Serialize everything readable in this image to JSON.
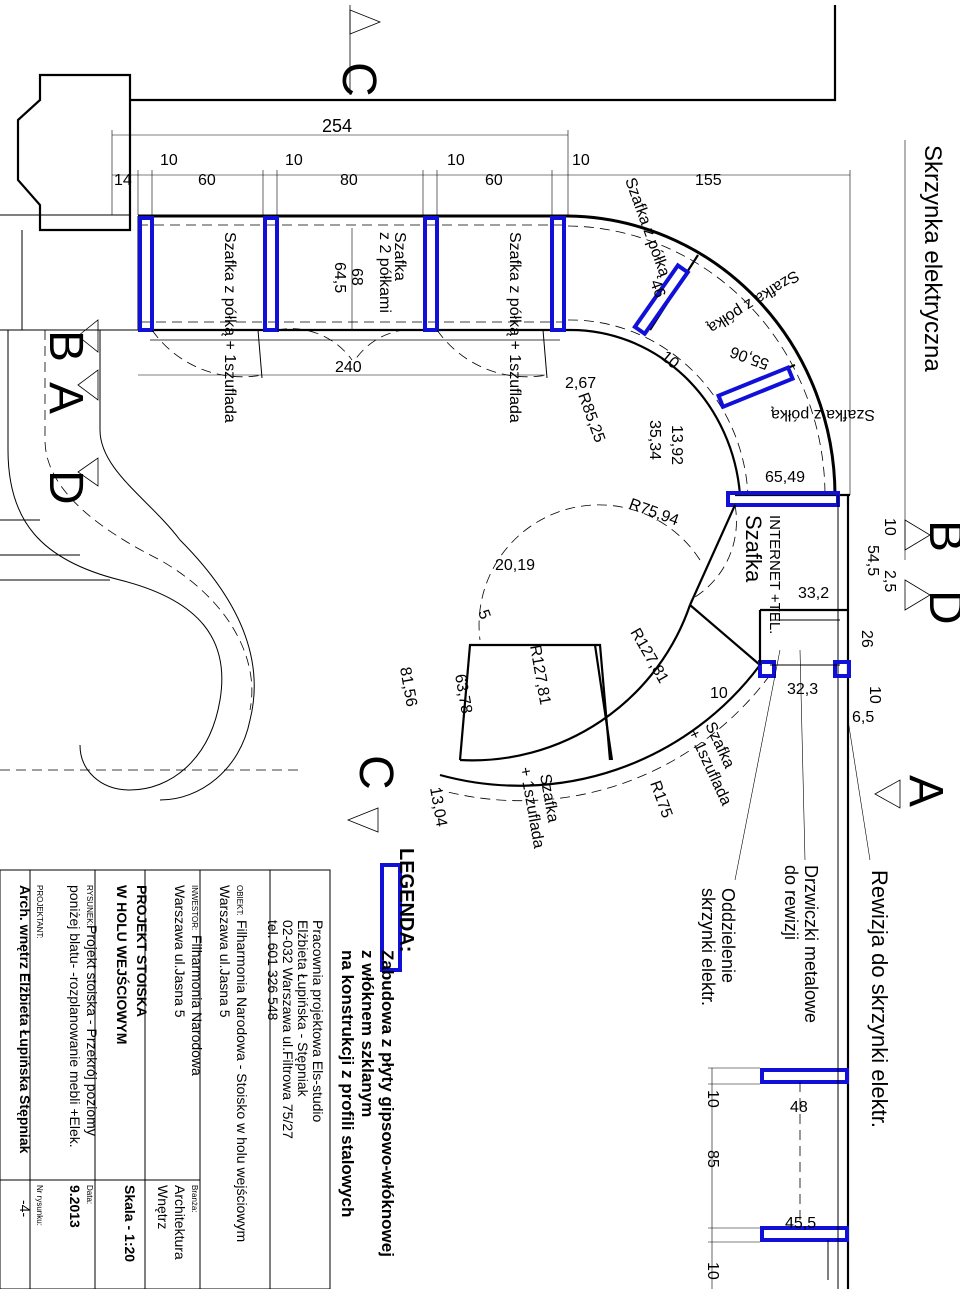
{
  "sections": [
    "C",
    "B",
    "A",
    "D",
    "C",
    "B",
    "D",
    "A"
  ],
  "dimensions_top": [
    "254",
    "14",
    "10",
    "60",
    "10",
    "80",
    "10",
    "60",
    "10",
    "155"
  ],
  "dimensions_mid": [
    "240",
    "2,67",
    "R85,25",
    "13,92",
    "35,34",
    "46",
    "10",
    "55,06",
    "65,49",
    "R75,94",
    "20,19",
    "5",
    "R127,81",
    "R127,81",
    "63,78",
    "81,56",
    "13,04",
    "R175",
    "10",
    "33,2",
    "26",
    "32,3",
    "10",
    "6,5",
    "10",
    "54,5",
    "2,5",
    "68",
    "64,5"
  ],
  "dimensions_bottom": [
    "48",
    "45,5",
    "10",
    "85",
    "10"
  ],
  "labels": {
    "cab1": "Szafka z półką + 1szuflada",
    "cab2a": "Szafka",
    "cab2b": "z 2 półkami",
    "cab3": "Szafka z półką + 1szuflada",
    "arc1": "Szafka z półką",
    "arc2": "Szafka z półką",
    "arc3": "Szafka z półką",
    "szafka": "Szafka",
    "internet": "INTERNET +TEL.",
    "bottom1a": "Szafka",
    "bottom1b": "+ 1szuflada",
    "bottom2a": "Szafka",
    "bottom2b": "+ 1szuflada",
    "skrzynka": "Skrzynka elektryczna",
    "rewizja": "Rewizja do skrzynki elektr.",
    "drzwiczki1": "Drzwiczki metalowe",
    "drzwiczki2": "do rewizji",
    "oddzielenie1": "Oddzielenie",
    "oddzielenie2": "skrzynki elektr."
  },
  "legend": {
    "title": "LEGENDA:",
    "line1": "Zabudowa z płyty gipsowo-włóknowej",
    "line2": "z włóknem szklanym",
    "line3": "na konstrukcji z profili stalowych"
  },
  "titleblock": {
    "firm1": "Pracownia projektowa Els-studio",
    "firm2": "Elżbieta Łupińska - Stępniak",
    "firm3": "02-032 Warszawa ul.Filtrowa 75/27",
    "firm4": "tel. 601 326 548",
    "obiekt_label": "OBIEKT:",
    "obiekt1": "Filharmonia Narodowa - Stoisko w holu wejściowym",
    "obiekt2": "Warszawa ul.Jasna 5",
    "inwestor_label": "INWESTOR:",
    "inwestor1": "Filharmonia Narodowa",
    "inwestor2": "Warszawa ul.Jasna 5",
    "projekt1": "PROJEKT STOISKA",
    "projekt2": "W HOLU WEJŚCIOWYM",
    "rysunek_label": "RYSUNEK:",
    "rysunek1": "Projekt stoiska - Przekrój poziomy",
    "rysunek2": "poniżej blatu-     -rozplanowanie mebli +Elek.",
    "projektant_label": "PROJEKTANT:",
    "projektant": "Arch. wnętrz Elżbieta Łupińska Stępniak",
    "branza_label": "Branża:",
    "branza1": "Architektura",
    "branza2": "Wnętrz",
    "skala": "Skala - 1:20",
    "data_label": "Data:",
    "data": "9.2013",
    "nr_label": "Nr rysunku:",
    "nr": "-4-"
  },
  "colors": {
    "wall": "#000000",
    "gypsum": "#1010d8",
    "background": "#ffffff"
  }
}
